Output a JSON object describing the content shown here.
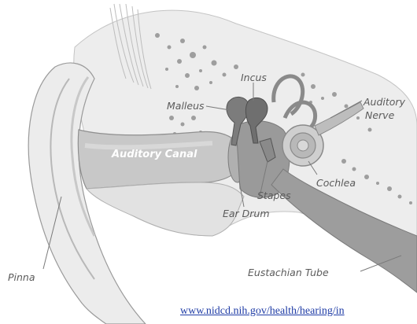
{
  "labels": {
    "incus": "Incus",
    "malleus": "Malleus",
    "auditory_nerve_line1": "Auditory",
    "auditory_nerve_line2": "Nerve",
    "auditory_canal": "Auditory Canal",
    "cochlea": "Cochlea",
    "stapes": "Stapes",
    "ear_drum": "Ear Drum",
    "pinna": "Pinna",
    "eustachian_tube": "Eustachian Tube"
  },
  "source_link": "www.nidcd.nih.gov/health/hearing/in",
  "colors": {
    "background": "#ffffff",
    "bone": "#ececec",
    "tissue": "#dcdcdc",
    "canal": "#c9c9c9",
    "dark": "#8c8c8c",
    "outline": "#9a9a9a",
    "link": "#1f3ca6"
  }
}
